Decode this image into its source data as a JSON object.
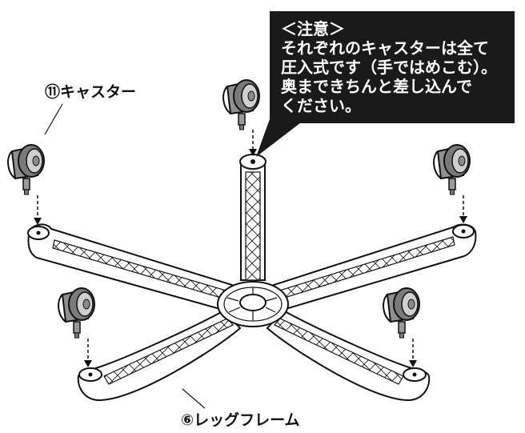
{
  "labels": {
    "caster": "⑪キャスター",
    "leg_frame": "⑥レッグフレーム"
  },
  "note": {
    "heading": "＜注意＞",
    "lines": [
      "それぞれのキャスターは全て",
      "圧入式です（手ではめこむ）。",
      "奥まできちんと差し込んで",
      "ください。"
    ]
  },
  "colors": {
    "note_background": "#1a1a1a",
    "note_text": "#ffffff",
    "caster_body": "#8a8a8a",
    "frame_fill": "#ffffff",
    "outline": "#111111"
  },
  "icons": [
    "caster-wheel",
    "leg-frame",
    "down-arrow"
  ]
}
